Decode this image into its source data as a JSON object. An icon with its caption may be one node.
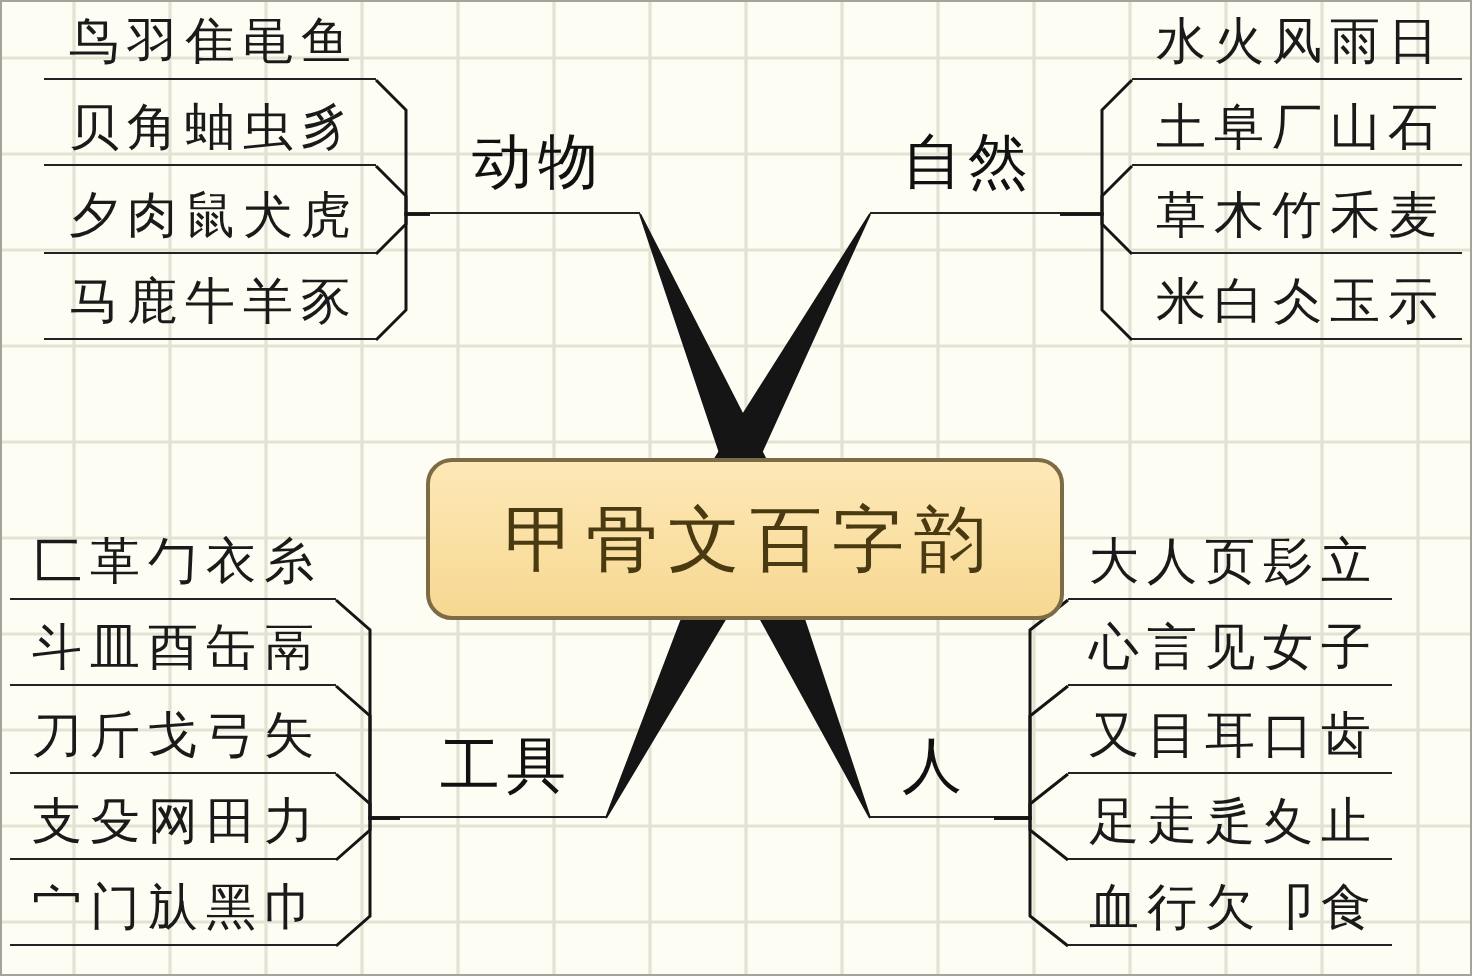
{
  "diagram": {
    "nodes": [
      {
        "text": [
          "甲骨文百字韵"
        ]
      },
      {
        "text": [
          "动物"
        ]
      },
      {
        "text": [
          "鸟羽隹黾鱼"
        ]
      },
      {
        "text": [
          "贝角蚰虫豸"
        ]
      },
      {
        "text": [
          "夕肉鼠犬虎"
        ]
      },
      {
        "text": [
          "马鹿牛羊豕"
        ]
      },
      {
        "text": [
          "自然"
        ]
      },
      {
        "text": [
          "水火风雨日"
        ]
      },
      {
        "text": [
          "土阜厂山石"
        ]
      },
      {
        "text": [
          "草木竹禾麦"
        ]
      },
      {
        "text": [
          "米白仌玉示"
        ]
      },
      {
        "text": [
          "工具"
        ]
      },
      {
        "text": [
          "匚革勹衣糸"
        ]
      },
      {
        "text": [
          "斗皿酉缶鬲"
        ]
      },
      {
        "text": [
          "刀斤戈弓矢"
        ]
      },
      {
        "text": [
          "支殳网田力"
        ]
      },
      {
        "text": [
          "宀门㫃黑巾"
        ]
      },
      {
        "text": [
          "人"
        ]
      },
      {
        "text": [
          "大人页髟立"
        ]
      },
      {
        "text": [
          "心言见女子"
        ]
      },
      {
        "text": [
          "又目耳口齿"
        ]
      },
      {
        "text": [
          "足走辵夊止"
        ]
      },
      {
        "text": [
          "血行欠卩食"
        ]
      }
    ],
    "edges": [
      {
        "from": 0,
        "to": 1,
        "arrow": "none",
        "style": "thick"
      },
      {
        "from": 0,
        "to": 6,
        "arrow": "none",
        "style": "thick"
      },
      {
        "from": 0,
        "to": 11,
        "arrow": "none",
        "style": "thick"
      },
      {
        "from": 0,
        "to": 17,
        "arrow": "none",
        "style": "thick"
      },
      {
        "from": 1,
        "to": 2,
        "arrow": "none"
      },
      {
        "from": 1,
        "to": 3,
        "arrow": "none"
      },
      {
        "from": 1,
        "to": 4,
        "arrow": "none"
      },
      {
        "from": 1,
        "to": 5,
        "arrow": "none"
      },
      {
        "from": 6,
        "to": 7,
        "arrow": "none"
      },
      {
        "from": 6,
        "to": 8,
        "arrow": "none"
      },
      {
        "from": 6,
        "to": 9,
        "arrow": "none"
      },
      {
        "from": 6,
        "to": 10,
        "arrow": "none"
      },
      {
        "from": 11,
        "to": 12,
        "arrow": "none"
      },
      {
        "from": 11,
        "to": 13,
        "arrow": "none"
      },
      {
        "from": 11,
        "to": 14,
        "arrow": "none"
      },
      {
        "from": 11,
        "to": 15,
        "arrow": "none"
      },
      {
        "from": 11,
        "to": 16,
        "arrow": "none"
      },
      {
        "from": 17,
        "to": 18,
        "arrow": "none"
      },
      {
        "from": 17,
        "to": 19,
        "arrow": "none"
      },
      {
        "from": 17,
        "to": 20,
        "arrow": "none"
      },
      {
        "from": 17,
        "to": 21,
        "arrow": "none"
      },
      {
        "from": 17,
        "to": 22,
        "arrow": "none"
      }
    ]
  }
}
